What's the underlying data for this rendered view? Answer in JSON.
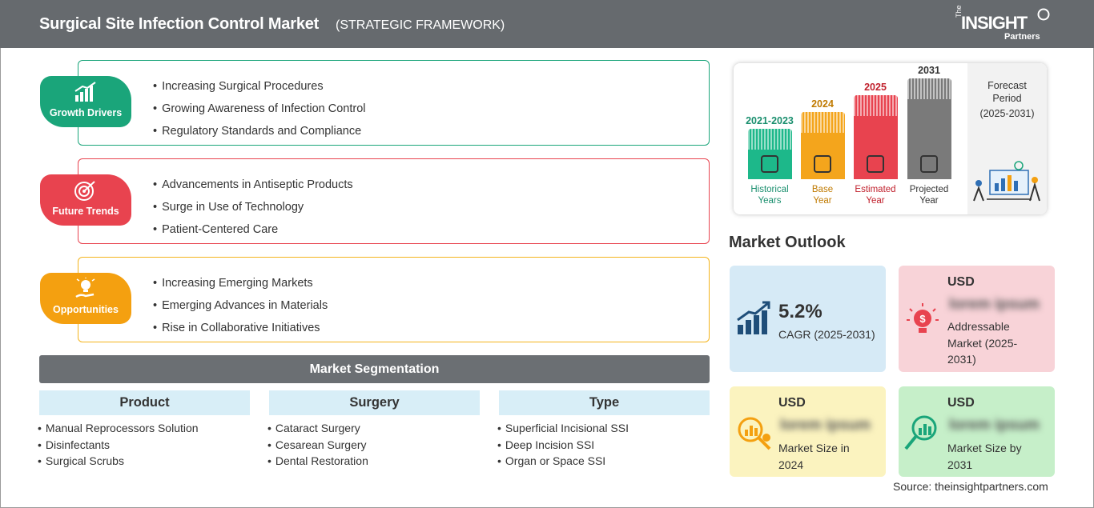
{
  "header": {
    "title": "Surgical Site Infection Control Market",
    "subtitle": "(STRATEGIC FRAMEWORK)",
    "logo": {
      "the": "The",
      "insight": "INSIGHT",
      "partners": "Partners"
    }
  },
  "framework": [
    {
      "label": "Growth Drivers",
      "color": "#1aa57a",
      "icon": "growth-chart-icon",
      "items": [
        "Increasing Surgical Procedures",
        "Growing Awareness of Infection Control",
        "Regulatory Standards and Compliance"
      ]
    },
    {
      "label": "Future Trends",
      "color": "#e8434f",
      "icon": "target-icon",
      "items": [
        "Advancements in Antiseptic Products",
        "Surge in Use of Technology",
        "Patient-Centered Care"
      ]
    },
    {
      "label": "Opportunities",
      "color": "#f4a010",
      "icon": "lightbulb-hand-icon",
      "items": [
        "Increasing Emerging Markets",
        "Emerging Advances in Materials",
        "Rise in Collaborative Initiatives"
      ]
    }
  ],
  "segmentation": {
    "title": "Market Segmentation",
    "columns": [
      {
        "head": "Product",
        "items": [
          "Manual Reprocessors Solution",
          "Disinfectants",
          "Surgical Scrubs"
        ]
      },
      {
        "head": "Surgery",
        "items": [
          "Cataract Surgery",
          "Cesarean Surgery",
          "Dental Restoration"
        ]
      },
      {
        "head": "Type",
        "items": [
          "Superficial Incisional SSI",
          "Deep Incision SSI",
          "Organ or Space SSI"
        ]
      }
    ]
  },
  "timeline": {
    "bars": [
      {
        "year": "2021-2023",
        "label1": "Historical",
        "label2": "Years",
        "color": "#1db88a",
        "year_color": "#1a8f6e",
        "level": 0.45,
        "icon": "history-clock-icon"
      },
      {
        "year": "2024",
        "label1": "Base",
        "label2": "Year",
        "color": "#f4a51c",
        "year_color": "#c07a00",
        "level": 0.6,
        "icon": "calendar-icon"
      },
      {
        "year": "2025",
        "label1": "Estimated",
        "label2": "Year",
        "color": "#e8434f",
        "year_color": "#c0202c",
        "level": 0.75,
        "icon": "gears-icon"
      },
      {
        "year": "2031",
        "label1": "Projected",
        "label2": "Year",
        "color": "#7a7a7a",
        "year_color": "#333333",
        "level": 0.9,
        "icon": "presentation-icon"
      }
    ],
    "forecast": {
      "line1": "Forecast",
      "line2": "Period",
      "line3": "(2025-2031)"
    }
  },
  "outlook": {
    "title": "Market Outlook",
    "cagr_value": "5.2%",
    "cagr_label": "CAGR (2025-2031)",
    "addressable": {
      "usd": "USD",
      "value": "lorem ipsum",
      "line1": "Addressable",
      "line2": "Market (2025-",
      "line3": "2031)"
    },
    "size2024": {
      "usd": "USD",
      "value": "lorem ipsum",
      "line1": "Market Size in",
      "line2": "2024"
    },
    "size2031": {
      "usd": "USD",
      "value": "lorem ipsum",
      "line1": "Market Size by",
      "line2": "2031"
    },
    "colors": {
      "cagr": "#d6eaf6",
      "addressable": "#f8d3d8",
      "size2024": "#fbf3bf",
      "size2031": "#c6efc9"
    }
  },
  "source": "Source: theinsightpartners.com"
}
